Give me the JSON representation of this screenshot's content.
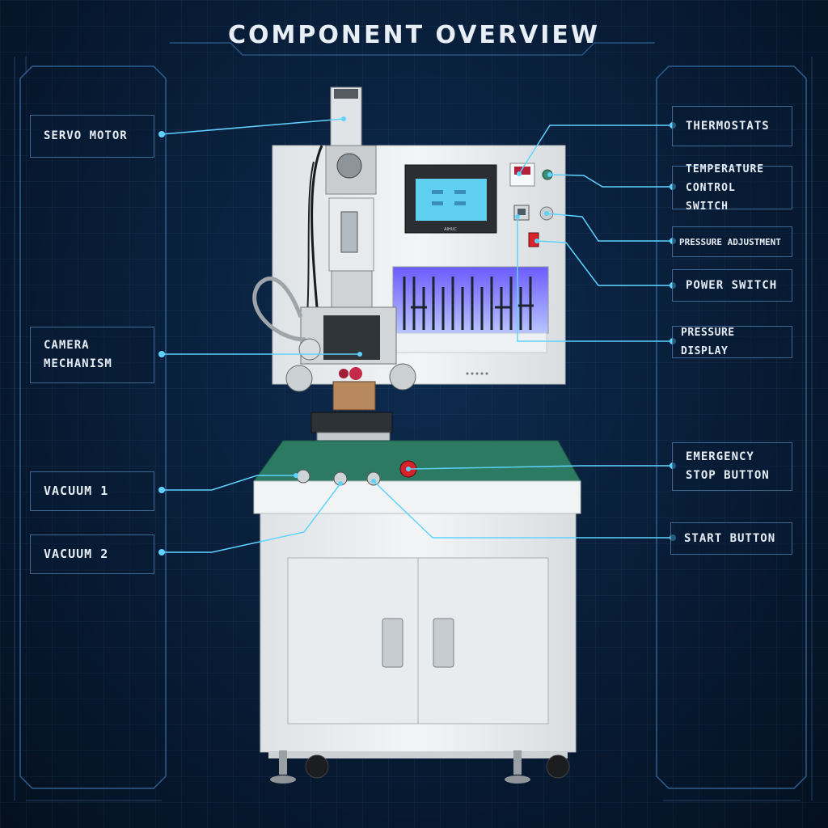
{
  "title": "COMPONENT OVERVIEW",
  "left_labels": [
    "SERVO MOTOR",
    "CAMERA\nMECHANISM",
    "VACUUM 1",
    "VACUUM 2"
  ],
  "right_labels": [
    "THERMOSTATS",
    "TEMPERATURE\nCONTROL SWITCH",
    "PRESSURE ADJUSTMENT",
    "POWER SWITCH",
    "PRESSURE DISPLAY",
    "EMERGENCY\nSTOP BUTTON",
    "START BUTTON"
  ],
  "colors": {
    "accent": "#5fd3ff",
    "panel_border": "#3a6fa0",
    "background": "#081c36"
  },
  "machine": {
    "screen_brand": "AIHUC"
  }
}
